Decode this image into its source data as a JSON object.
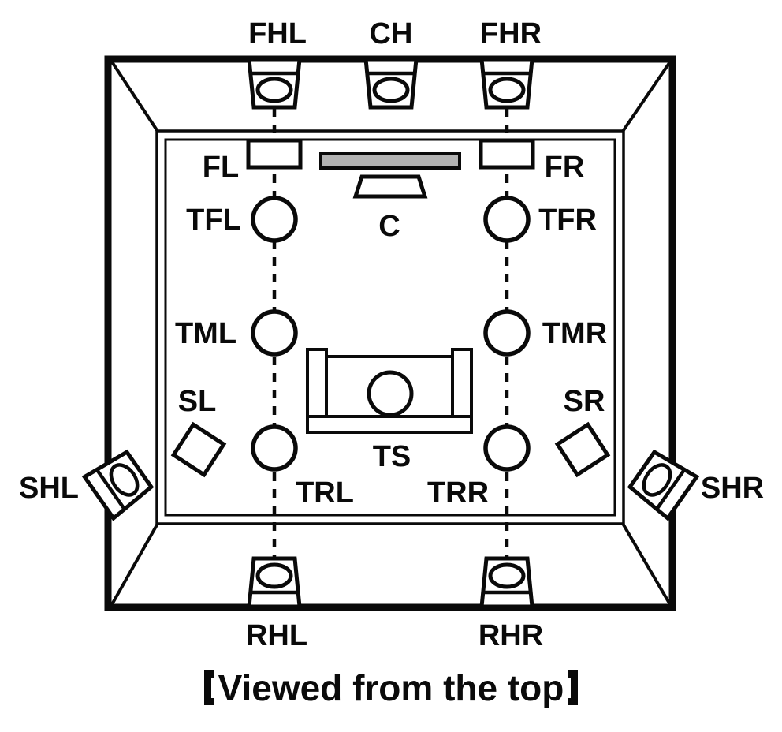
{
  "diagram": {
    "caption": "【Viewed from the top】",
    "caption_text": "Viewed from the top",
    "colors": {
      "line": "#0a0a0a",
      "tv_fill": "#b3b3b3",
      "background": "#ffffff"
    },
    "speaker_labels": {
      "front_height_left": "FHL",
      "center_height": "CH",
      "front_height_right": "FHR",
      "front_left": "FL",
      "front_right": "FR",
      "center": "C",
      "top_front_left": "TFL",
      "top_front_right": "TFR",
      "top_middle_left": "TML",
      "top_middle_right": "TMR",
      "top_rear_left": "TRL",
      "top_rear_right": "TRR",
      "surround_left": "SL",
      "surround_right": "SR",
      "surround_height_left": "SHL",
      "surround_height_right": "SHR",
      "rear_height_left": "RHL",
      "rear_height_right": "RHR",
      "top_surround_listener": "TS"
    }
  }
}
